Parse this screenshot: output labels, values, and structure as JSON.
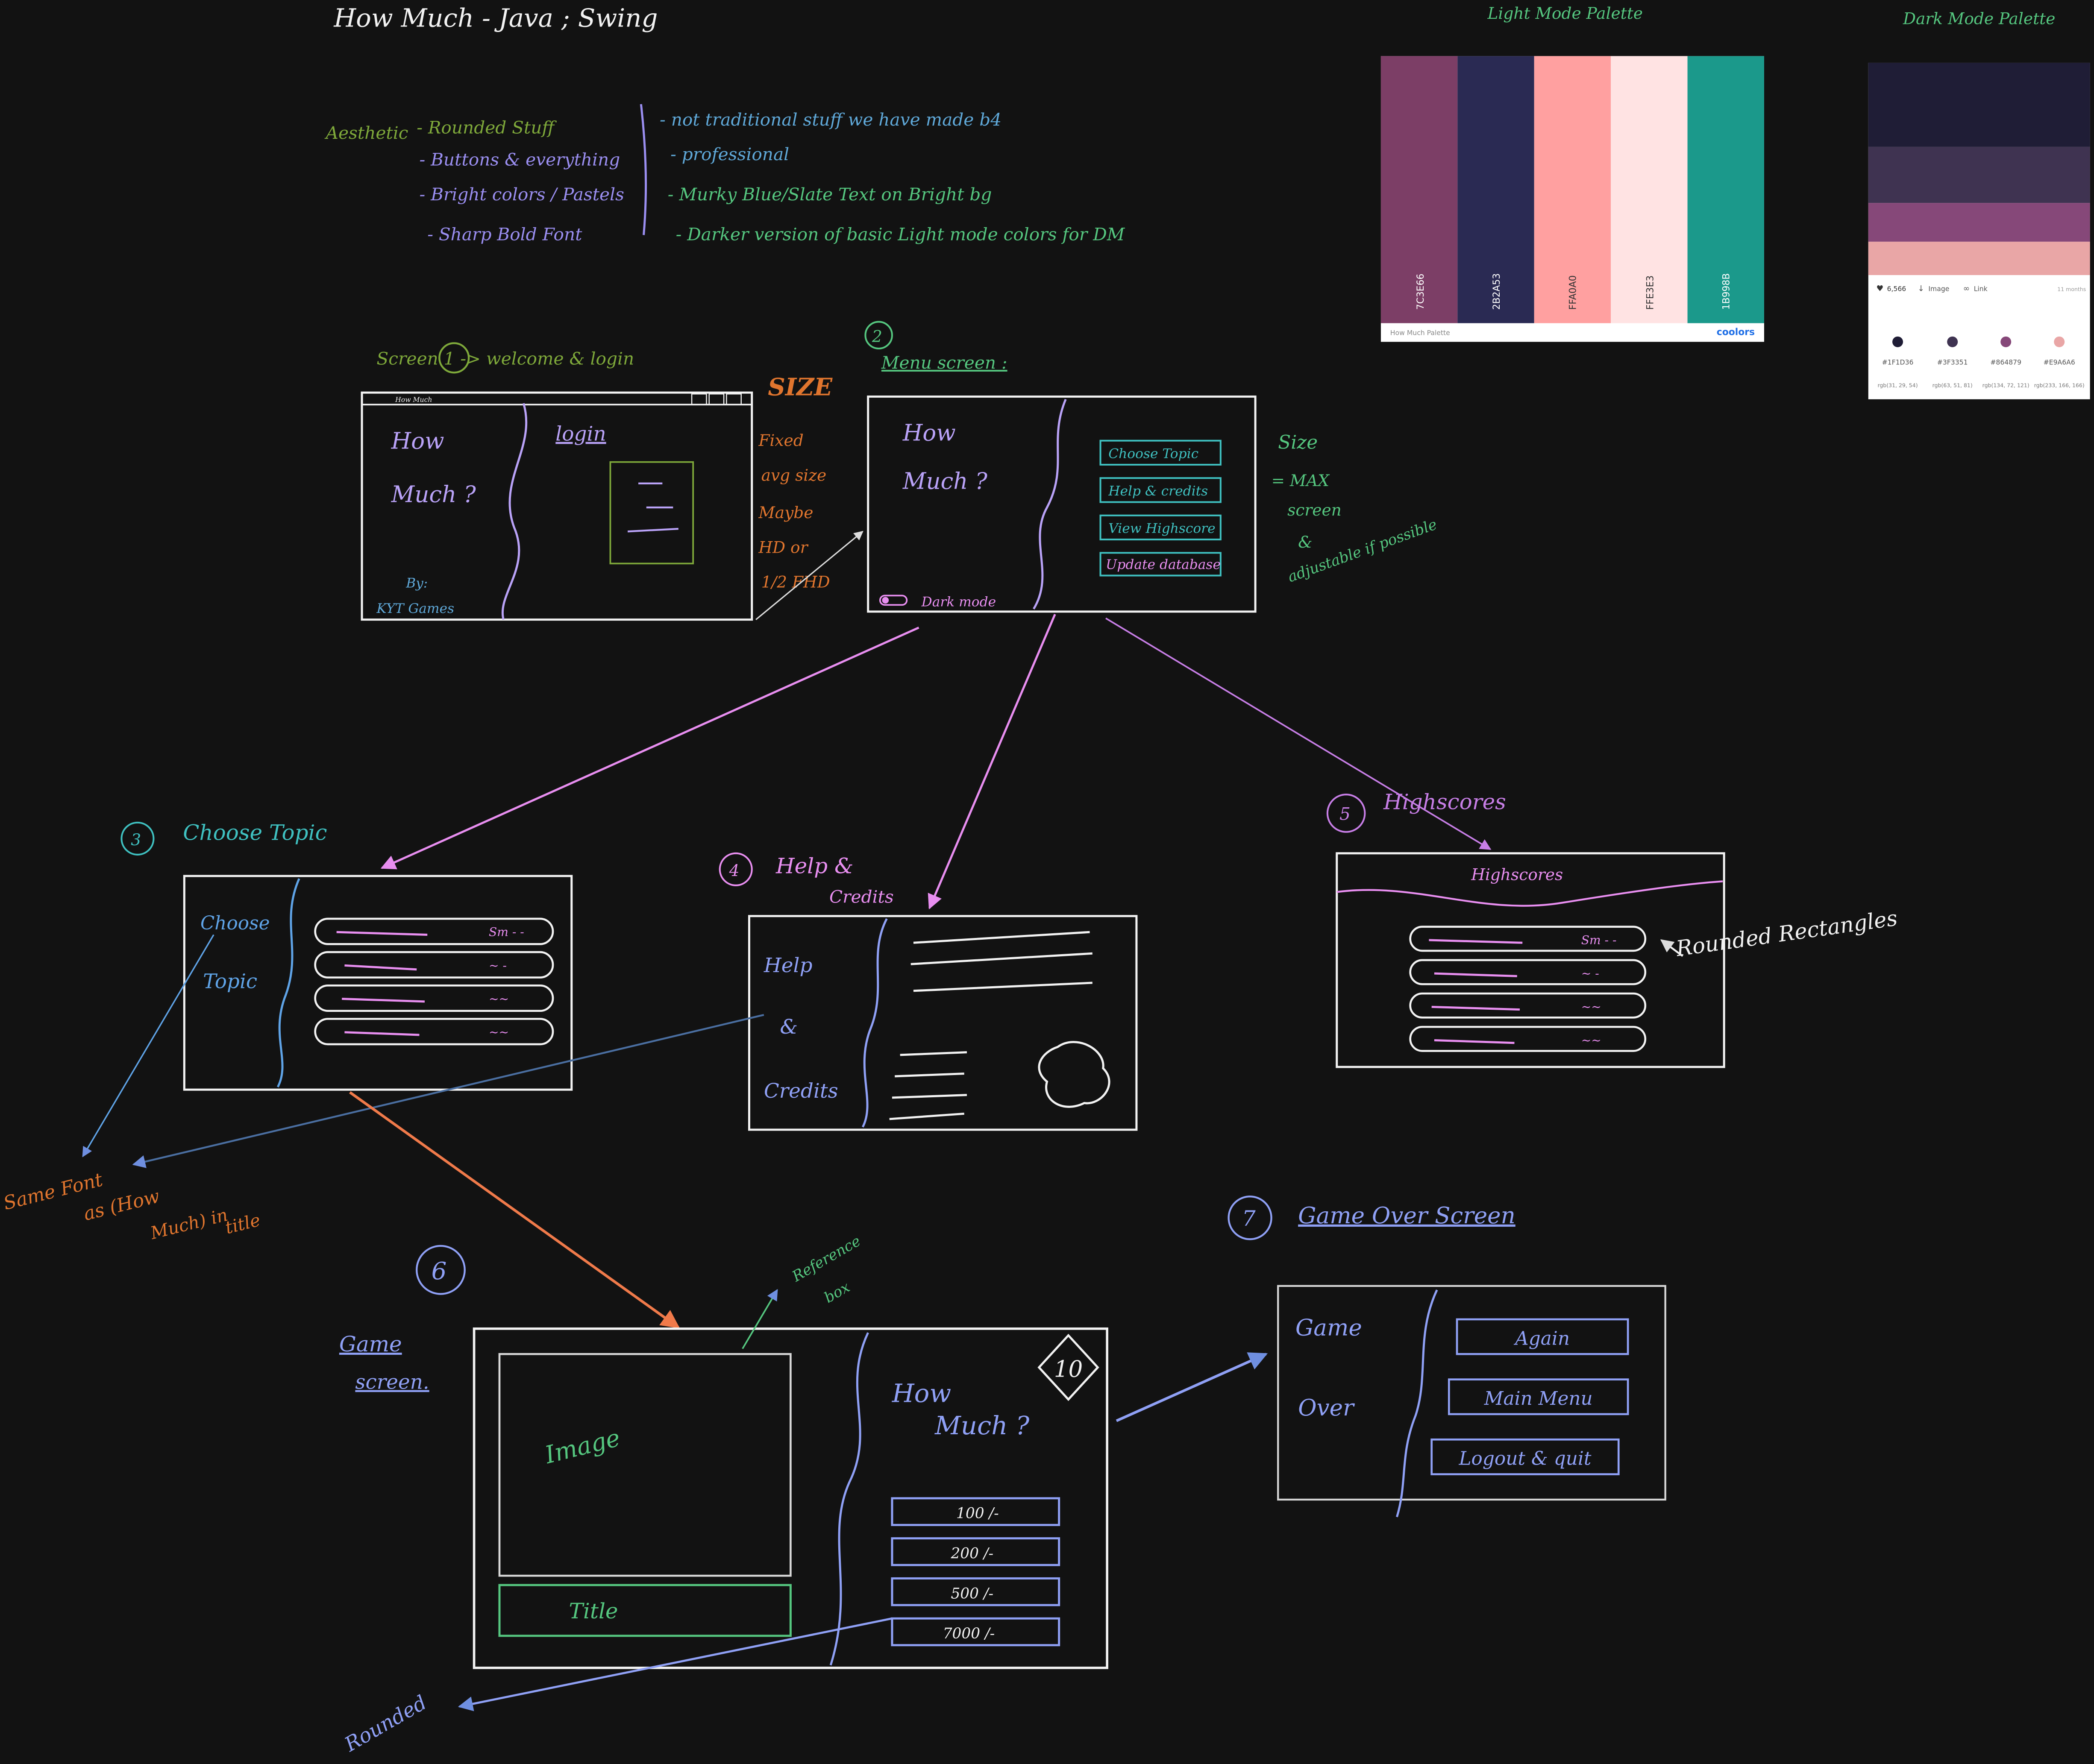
{
  "title": "How Much - Java ; Swing",
  "colors": {
    "background": "#121212",
    "pink": "#e88ef0",
    "violet": "#b9a2f7",
    "periwinkle": "#8fa0f5",
    "teal": "#3fc0c0",
    "green": "#55c67f",
    "olive": "#7ea83a",
    "orange": "#e0752e",
    "blue": "#5fa3e6",
    "white": "#f2f2f2"
  },
  "aesthetic": {
    "heading": "Aesthetic",
    "left_items": [
      "- Rounded Stuff",
      "- Buttons & everything",
      "- Bright colors / Pastels",
      "- Sharp Bold Font"
    ],
    "right_items": [
      "- not traditional stuff we have made b4",
      "- professional",
      "- Murky Blue/Slate Text on Bright bg",
      "- Darker version of basic Light mode colors for DM"
    ]
  },
  "light_palette": {
    "label": "Light Mode Palette",
    "swatches": [
      {
        "hex": "7C3E66",
        "color": "#7C3E66"
      },
      {
        "hex": "2B2A53",
        "color": "#2A2A53"
      },
      {
        "hex": "FFA0A0",
        "color": "#FFA0A0"
      },
      {
        "hex": "FFE3E3",
        "color": "#FFE3E3"
      },
      {
        "hex": "1B998B",
        "color": "#1B998B"
      }
    ],
    "footer_name": "How Much Palette",
    "footer_brand": "coolors"
  },
  "dark_palette": {
    "label": "Dark Mode Palette",
    "bands": [
      "#1F1D36",
      "#3F3351",
      "#864879",
      "#E9A6A6"
    ],
    "likes": "6,566",
    "image_label": "Image",
    "link_label": "Link",
    "age": "11 months",
    "swatches": [
      {
        "hex": "#1F1D36",
        "rgb": "rgb(31, 29, 54)",
        "color": "#1F1D36"
      },
      {
        "hex": "#3F3351",
        "rgb": "rgb(63, 51, 81)",
        "color": "#3F3351"
      },
      {
        "hex": "#864879",
        "rgb": "rgb(134, 72, 121)",
        "color": "#864879"
      },
      {
        "hex": "#E9A6A6",
        "rgb": "rgb(233, 166, 166)",
        "color": "#E9A6A6"
      }
    ]
  },
  "screen1": {
    "caption": "Screen 1 -> welcome & login",
    "window_title": "How Much",
    "app_title_1": "How",
    "app_title_2": "Much ?",
    "login_label": "login",
    "credit_1": "By:",
    "credit_2": "KYT Games",
    "size_heading": "SIZE",
    "size_notes": [
      "Fixed",
      "avg size",
      "Maybe",
      "HD or",
      "1/2 FHD"
    ]
  },
  "screen2": {
    "number": "2",
    "caption": "Menu screen :",
    "app_title_1": "How",
    "app_title_2": "Much ?",
    "buttons": [
      "Choose Topic",
      "Help & credits",
      "View Highscore",
      "Update database"
    ],
    "dark_mode_label": "Dark mode",
    "size_notes": [
      "Size",
      "= MAX",
      "screen",
      "&",
      "adjustable if possible"
    ]
  },
  "screen3": {
    "number": "3",
    "caption": "Choose Topic",
    "side_1": "Choose",
    "side_2": "Topic",
    "row_marks": [
      "Sm - -",
      "~ -",
      "~~",
      "~~"
    ]
  },
  "screen4": {
    "number": "4",
    "caption_1": "Help &",
    "caption_2": "Credits",
    "side": [
      "Help",
      "&",
      "Credits"
    ]
  },
  "screen5": {
    "number": "5",
    "caption": "Highscores",
    "header": "Highscores",
    "row_marks": [
      "Sm - -",
      "~ -",
      "~~",
      "~~"
    ],
    "note": "Rounded Rectangles"
  },
  "screen6": {
    "number": "6",
    "caption_1": "Game",
    "caption_2": "screen.",
    "image_label": "Image",
    "title_label": "Title",
    "app_title_1": "How",
    "app_title_2": "Much ?",
    "badge": "10",
    "options": [
      "100 /-",
      "200 /-",
      "500 /-",
      "7000 /-"
    ],
    "ref_note_1": "Reference",
    "ref_note_2": "box",
    "rounded_note": "Rounded"
  },
  "screen7": {
    "number": "7",
    "caption": "Game Over Screen",
    "side_1": "Game",
    "side_2": "Over",
    "buttons": [
      "Again",
      "Main Menu",
      "Logout & quit"
    ]
  },
  "same_font_note": [
    "Same Font",
    "as (How",
    "Much) in",
    "title"
  ]
}
